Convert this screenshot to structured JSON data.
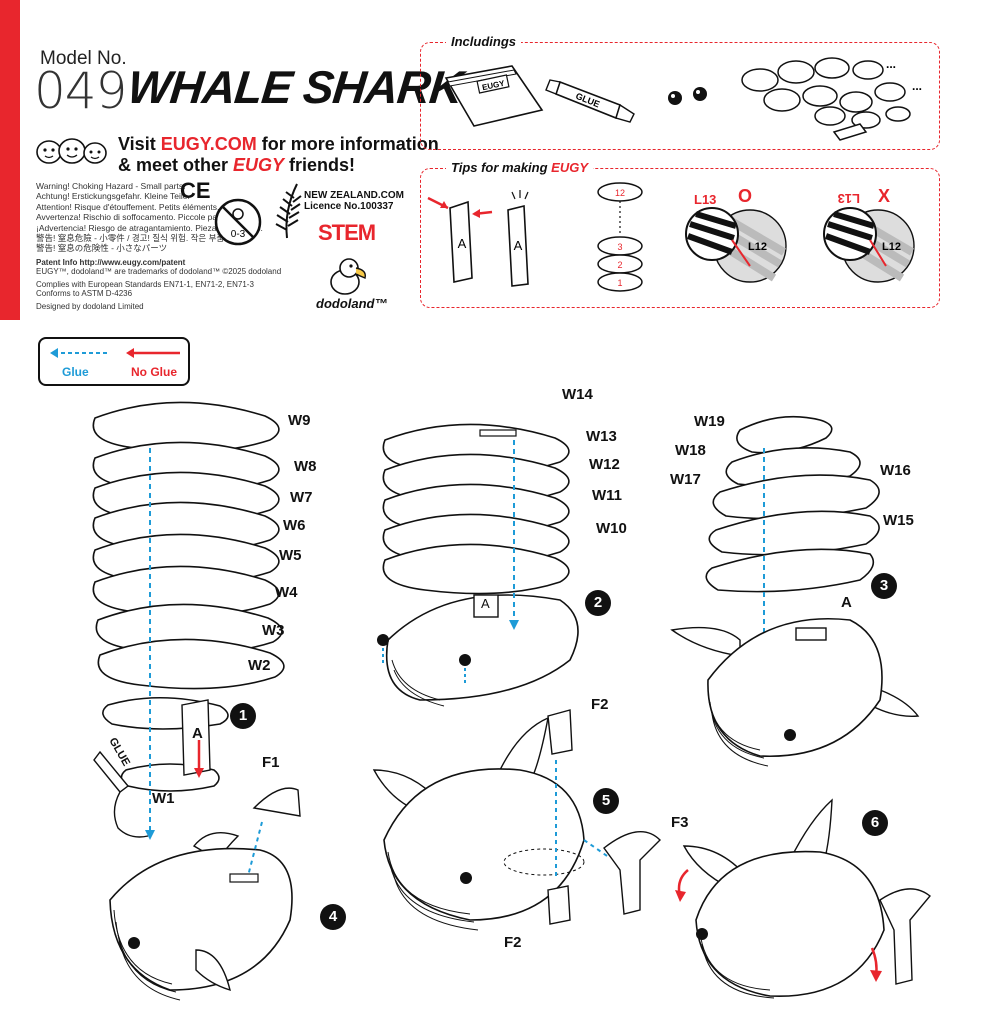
{
  "header": {
    "model_label": "Model No.",
    "model_number": "049",
    "model_name": "WHALE SHARK",
    "visit_prefix": "Visit ",
    "visit_site": "EUGY.COM",
    "visit_suffix": " for more information",
    "visit_line2_prefix": "& meet other ",
    "visit_brand": "EUGY",
    "visit_line2_suffix": " friends!"
  },
  "warnings": [
    "Warning! Choking Hazard - Small parts.",
    "Achtung! Erstickungsgefahr. Kleine Teile.",
    "Attention! Risque d'étouffement. Petits éléments.",
    "Avvertenza! Rischio di soffocamento. Piccole parti.",
    "¡Advertencia! Riesgo de atragantamiento. Piezas pequeñas.",
    "警告! 窒息危險 - 小零件 / 경고! 질식 위험. 작은 부품 포함",
    "警告! 窒息の危険性 - 小さなパーツ"
  ],
  "ce_mark": "CE",
  "age_badge": "0-3",
  "nz": {
    "line1": "NEW ZEALAND.COM",
    "line2": "Licence No.100337"
  },
  "stem": "STEM",
  "small_print": [
    "Patent Info http://www.eugy.com/patent",
    "EUGY™, dodoland™ are trademarks of dodoland™ ©2025 dodoland",
    "Complies with European Standards EN71-1, EN71-2, EN71-3",
    "Conforms to ASTM D-4236",
    "Designed by dodoland Limited"
  ],
  "dodoland_logo": "dodoland™",
  "includings": {
    "title": "Includings",
    "manual_label": "EUGY",
    "glue_label": "GLUE",
    "ellipsis": "..."
  },
  "tips": {
    "title_prefix": "Tips for making ",
    "title_brand": "EUGY",
    "card_label": "A",
    "stack_labels": [
      "12",
      "3",
      "2",
      "1"
    ],
    "correct_label": "L13",
    "correct_mark": "O",
    "correct_sub": "L12",
    "wrong_label": "L13",
    "wrong_mark": "X",
    "wrong_sub": "L12"
  },
  "legend": {
    "glue": "Glue",
    "no_glue": "No Glue"
  },
  "parts": {
    "w9": "W9",
    "w8": "W8",
    "w7": "W7",
    "w6": "W6",
    "w5": "W5",
    "w4": "W4",
    "w3": "W3",
    "w2": "W2",
    "w1": "W1",
    "a1": "A",
    "glue_tube": "GLUE",
    "w14": "W14",
    "w13": "W13",
    "w12": "W12",
    "w11": "W11",
    "w10": "W10",
    "a2": "A",
    "w19": "W19",
    "w18": "W18",
    "w17": "W17",
    "w16": "W16",
    "w15": "W15",
    "a3": "A",
    "f1": "F1",
    "f2_top": "F2",
    "f2_bottom": "F2",
    "f3": "F3"
  },
  "steps": [
    "1",
    "2",
    "3",
    "4",
    "5",
    "6"
  ],
  "colors": {
    "accent_red": "#e8262d",
    "glue_blue": "#1e9bd7",
    "ink": "#111111"
  }
}
